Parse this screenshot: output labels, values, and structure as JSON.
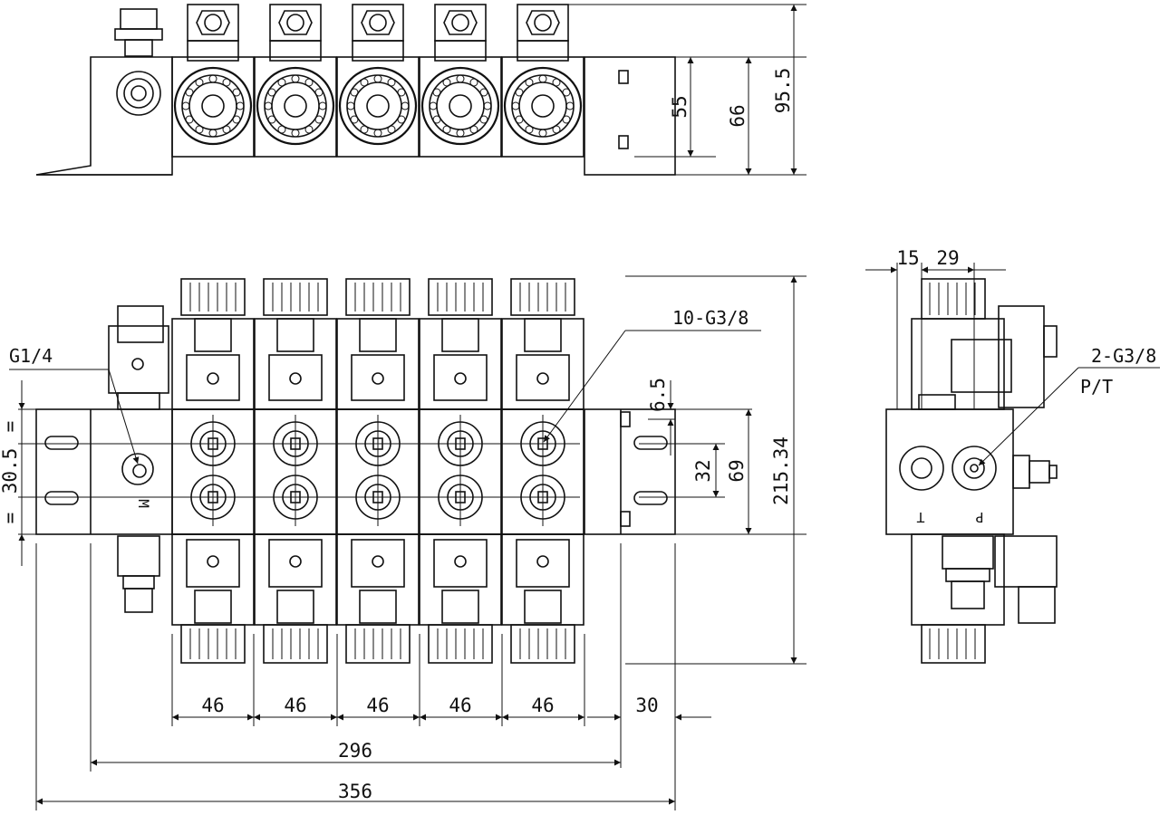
{
  "top_view": {
    "dimensions": {
      "d55": "55",
      "d66": "66",
      "d95_5": "95.5"
    }
  },
  "front_view": {
    "callouts": {
      "g14": "G1/4",
      "g38_10": "10-G3/8",
      "m_mark": "M"
    },
    "dimensions": {
      "d6_5": "6.5",
      "d32": "32",
      "d69": "69",
      "d215_34": "215.34",
      "d30_5": "30.5",
      "eq_top": "=",
      "eq_bottom": "=",
      "section_widths": [
        "46",
        "46",
        "46",
        "46",
        "46"
      ],
      "d30": "30",
      "d296": "296",
      "d356": "356"
    }
  },
  "side_view": {
    "callouts": {
      "g38_2": "2-G3/8",
      "pt": "P/T",
      "port_t": "T",
      "port_p": "P"
    },
    "dimensions": {
      "d15": "15",
      "d29": "29"
    }
  }
}
